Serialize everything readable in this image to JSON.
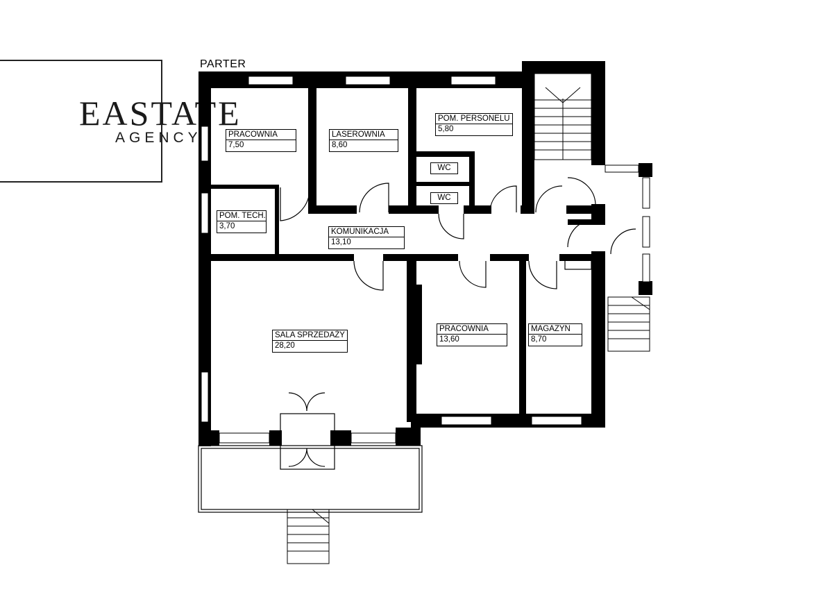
{
  "logo": {
    "main": "EASTATE",
    "sub": "AGENCY"
  },
  "floor": {
    "title": "PARTER"
  },
  "rooms": {
    "pracownia_1": {
      "name": "PRACOWNIA",
      "area": "7,50"
    },
    "laserownia": {
      "name": "LASEROWNIA",
      "area": "8,60"
    },
    "pom_personelu": {
      "name": "POM. PERSONELU",
      "area": "5,80"
    },
    "wc_1": {
      "name": "WC"
    },
    "wc_2": {
      "name": "WC"
    },
    "pom_tech": {
      "name": "POM. TECH.",
      "area": "3,70"
    },
    "komunikacja": {
      "name": "KOMUNIKACJA",
      "area": "13,10"
    },
    "sala_sprzedazy": {
      "name": "SALA SPRZEDAŻY",
      "area": "28,20"
    },
    "pracownia_2": {
      "name": "PRACOWNIA",
      "area": "13,60"
    },
    "magazyn": {
      "name": "MAGAZYN",
      "area": "8,70"
    }
  },
  "colors": {
    "wall": "#000000",
    "line": "#000000",
    "background": "#ffffff"
  }
}
